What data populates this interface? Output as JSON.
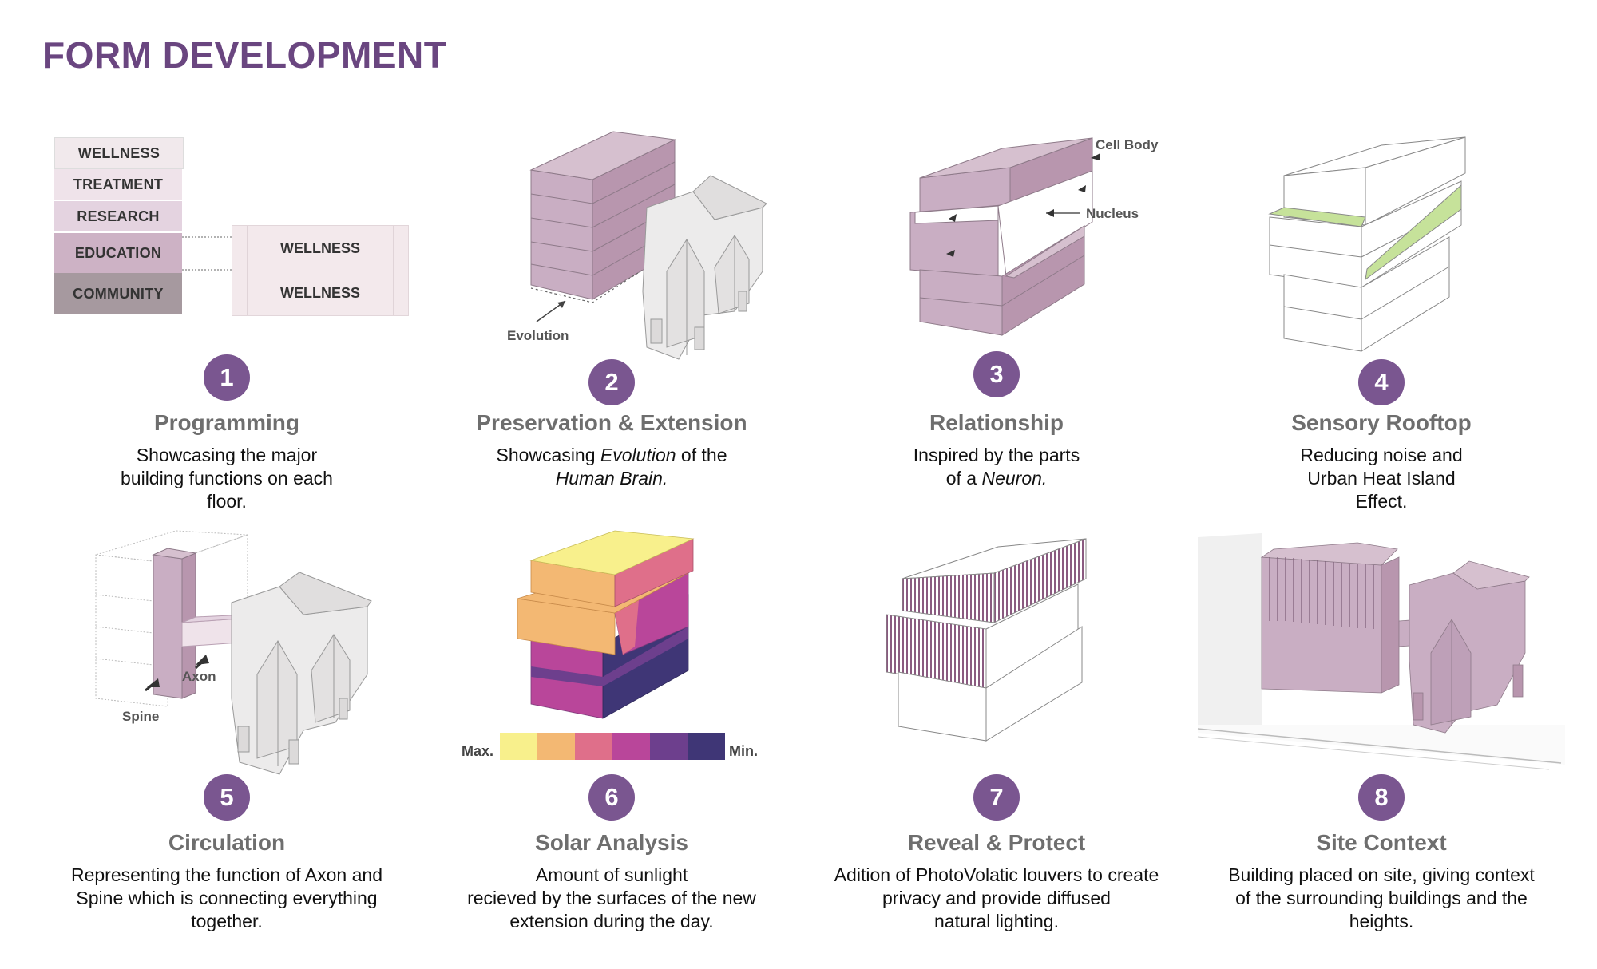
{
  "page": {
    "title": "FORM DEVELOPMENT"
  },
  "programming": {
    "stack": [
      "WELLNESS",
      "TREATMENT",
      "RESEARCH",
      "EDUCATION",
      "COMMUNITY"
    ],
    "extension": [
      "WELLNESS",
      "WELLNESS"
    ]
  },
  "annotations": {
    "evolution": "Evolution",
    "cell_body": "Cell Body",
    "nucleus": "Nucleus",
    "axon": "Axon",
    "spine": "Spine"
  },
  "legend": {
    "max": "Max.",
    "min": "Min.",
    "colors": [
      "#f8f08c",
      "#f3b873",
      "#df6f8a",
      "#b9469a",
      "#6d3f8d",
      "#3f3676"
    ]
  },
  "steps": [
    {
      "num": "1",
      "title": "Programming",
      "desc": "Showcasing the major\nbuilding functions on each\nfloor."
    },
    {
      "num": "2",
      "title": "Preservation & Extension",
      "desc_a": "Showcasing ",
      "desc_i1": "Evolution",
      "desc_b": " of the",
      "desc_i2": "Human Brain."
    },
    {
      "num": "3",
      "title": "Relationship",
      "desc_a": "Inspired by the parts",
      "desc_b": "of a ",
      "desc_i": "Neuron."
    },
    {
      "num": "4",
      "title": "Sensory Rooftop",
      "desc": "Reducing noise and\nUrban Heat Island\nEffect."
    },
    {
      "num": "5",
      "title": "Circulation",
      "desc": "Representing the function of Axon and\nSpine which is connecting everything\ntogether."
    },
    {
      "num": "6",
      "title": "Solar Analysis",
      "desc": "Amount of sunlight\nrecieved by the surfaces of the new\nextension during the day."
    },
    {
      "num": "7",
      "title": "Reveal & Protect",
      "desc": "Adition of PhotoVolatic louvers to create\nprivacy and provide diffused\nnatural lighting."
    },
    {
      "num": "8",
      "title": "Site Context",
      "desc": "Building placed on site, giving context\nof the surrounding buildings and the\nheights."
    }
  ],
  "colors": {
    "accent": "#7a5690",
    "title": "#6a4680",
    "mauve": "#c9aec3",
    "roof_green": "#c6e29a"
  }
}
